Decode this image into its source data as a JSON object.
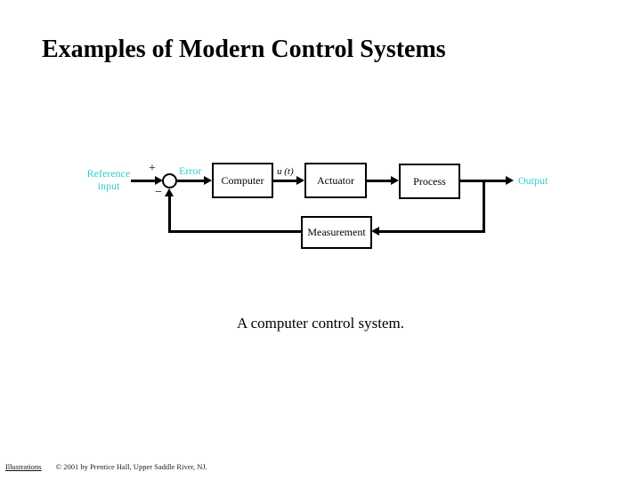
{
  "slide": {
    "title": "Examples of Modern Control Systems",
    "caption": "A computer control system.",
    "footer": {
      "illustrations_label": "Illustrations",
      "copyright": "© 2001 by Prentice Hall, Upper Saddle River, NJ."
    }
  },
  "diagram": {
    "accent_color": "#33cccc",
    "labels": {
      "reference_line1": "Reference",
      "reference_line2": "input",
      "plus": "+",
      "minus": "−",
      "error": "Error",
      "signal": "u (t)",
      "output": "Output"
    },
    "blocks": [
      {
        "id": "computer",
        "label": "Computer"
      },
      {
        "id": "actuator",
        "label": "Actuator"
      },
      {
        "id": "process",
        "label": "Process"
      },
      {
        "id": "measurement",
        "label": "Measurement"
      }
    ],
    "flow": "Reference input → (+/−) summing junction → Computer → u(t) → Actuator → Process → Output, feedback via Measurement"
  }
}
